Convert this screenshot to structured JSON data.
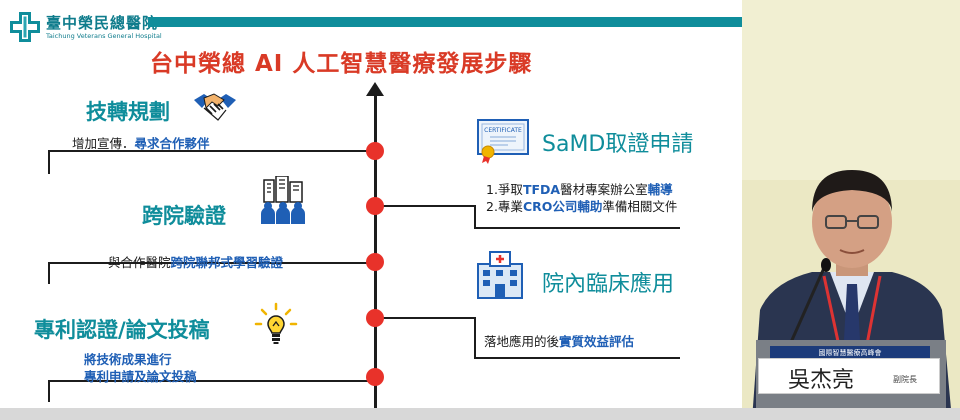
{
  "logo": {
    "cn": "臺中榮民總醫院",
    "en": "Taichung Veterans General Hospital"
  },
  "title": "台中榮總 AI 人工智慧醫療發展步驟",
  "left_steps": [
    {
      "heading": "技轉規劃",
      "desc_plain": "增加宣傳．",
      "desc_hl": "尋求合作夥伴",
      "icon": "handshake-icon"
    },
    {
      "heading": "跨院驗證",
      "desc_plain": "與合作醫院",
      "desc_hl": "跨院聯邦式學習驗證",
      "icon": "team-city-icon"
    },
    {
      "heading": "專利認證/論文投稿",
      "desc_line1": "將技術成果進行",
      "desc_line2": "專利申請及論文投稿",
      "icon": "lightbulb-icon"
    }
  ],
  "right_steps": [
    {
      "heading": "SaMD取證申請",
      "line1_a": "1.爭取",
      "line1_b": "TFDA",
      "line1_c": "醫材專案辦公室",
      "line1_d": "輔導",
      "line2_a": "2.專業",
      "line2_b": "CRO公司輔助",
      "line2_c": "準備相關文件",
      "icon": "certificate-icon",
      "cert_label": "CERTIFICATE"
    },
    {
      "heading": "院內臨床應用",
      "desc_plain": "落地應用的後",
      "desc_hl": "實質效益評估",
      "icon": "hospital-icon"
    }
  ],
  "nameplate": {
    "name": "吳杰亮",
    "title": "副院長",
    "banner": "國際智慧醫療高峰會"
  },
  "colors": {
    "teal": "#0f8d9b",
    "red": "#d93a26",
    "dot": "#e8322a",
    "highlight": "#1f5fb5"
  }
}
